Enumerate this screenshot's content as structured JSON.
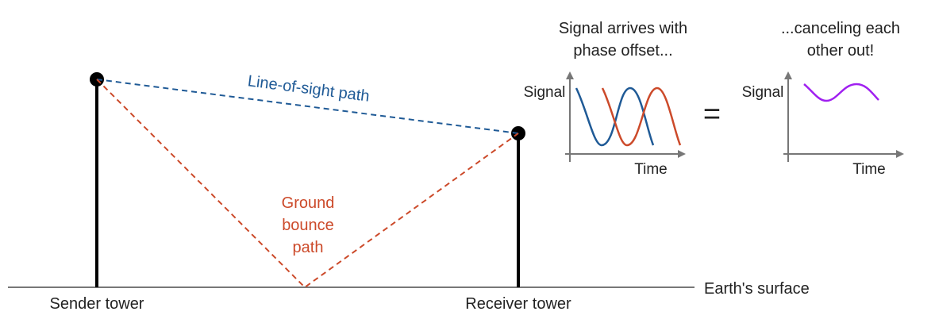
{
  "diagram": {
    "labels": {
      "sender_tower": "Sender tower",
      "receiver_tower": "Receiver tower",
      "earth_surface": "Earth's surface",
      "los_path": "Line-of-sight path",
      "ground_path_line1": "Ground",
      "ground_path_line2": "bounce",
      "ground_path_line3": "path",
      "caption_left_line1": "Signal arrives with",
      "caption_left_line2": "phase offset...",
      "caption_right_line1": "...canceling each",
      "caption_right_line2": "other out!",
      "equals": "=",
      "left_graph_ylabel": "Signal",
      "left_graph_xlabel": "Time",
      "right_graph_ylabel": "Signal",
      "right_graph_xlabel": "Time"
    },
    "colors": {
      "line_of_sight": "#1f5a96",
      "ground_bounce": "#cc4a2a",
      "combined_signal": "#a020f0",
      "tower": "#000000",
      "ground": "#777777",
      "axis": "#777777",
      "text": "#222222"
    }
  }
}
